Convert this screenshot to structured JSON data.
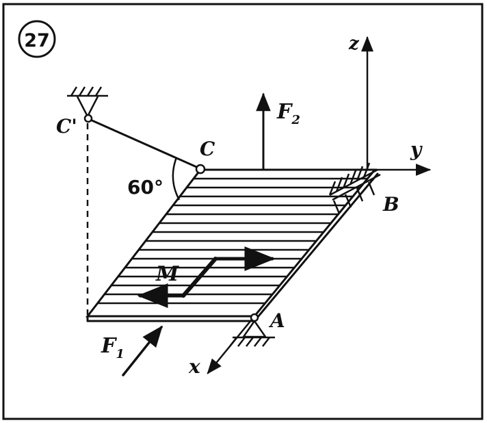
{
  "problem_number": "27",
  "angle_label": "60°",
  "labels": {
    "c_prime": "C'",
    "c": "C",
    "f2": "F",
    "f2_sub": "2",
    "z": "z",
    "y": "y",
    "b": "B",
    "m": "M",
    "a": "A",
    "f1": "F",
    "f1_sub": "1",
    "x": "x"
  },
  "colors": {
    "ink": "#111111",
    "paper": "#ffffff"
  }
}
